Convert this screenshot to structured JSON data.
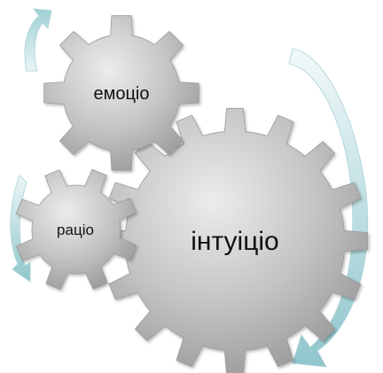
{
  "diagram": {
    "gears": [
      {
        "id": "emotion",
        "label": "емоціо"
      },
      {
        "id": "reason",
        "label": "раціо"
      },
      {
        "id": "intuition",
        "label": "інтуіціо"
      }
    ],
    "colors": {
      "gear_light": "#e6e6e6",
      "gear_mid": "#bdbdbd",
      "gear_dark": "#8f8f8f",
      "arrow_light": "#eef6f7",
      "arrow_mid": "#b9dde1",
      "arrow_dark": "#8fc6cc"
    }
  }
}
